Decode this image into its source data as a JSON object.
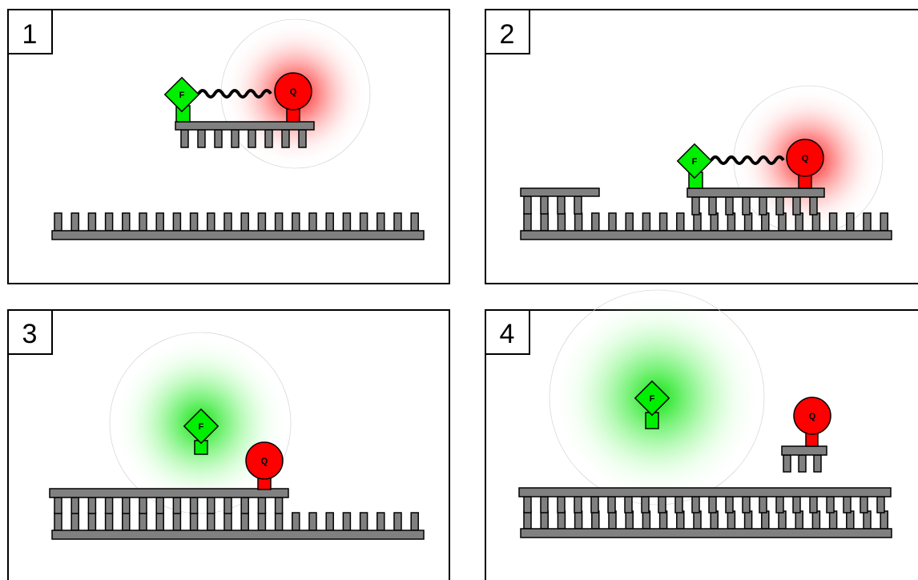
{
  "panels": [
    {
      "number": "1",
      "description_marks": {
        "fluorophore": "F",
        "quencher": "Q",
        "glow": "red"
      }
    },
    {
      "number": "2",
      "description_marks": {
        "fluorophore": "F",
        "quencher": "Q",
        "glow": "red"
      }
    },
    {
      "number": "3",
      "description_marks": {
        "fluorophore": "F",
        "quencher": "Q",
        "glow": "green"
      }
    },
    {
      "number": "4",
      "description_marks": {
        "fluorophore": "F",
        "quencher": "Q",
        "glow": "green"
      }
    }
  ],
  "colors": {
    "strand": "#808080",
    "strand_stroke": "#000000",
    "fluorophore": "#00ee00",
    "quencher": "#ff0000",
    "panel_border": "#000000",
    "background": "#ffffff"
  }
}
